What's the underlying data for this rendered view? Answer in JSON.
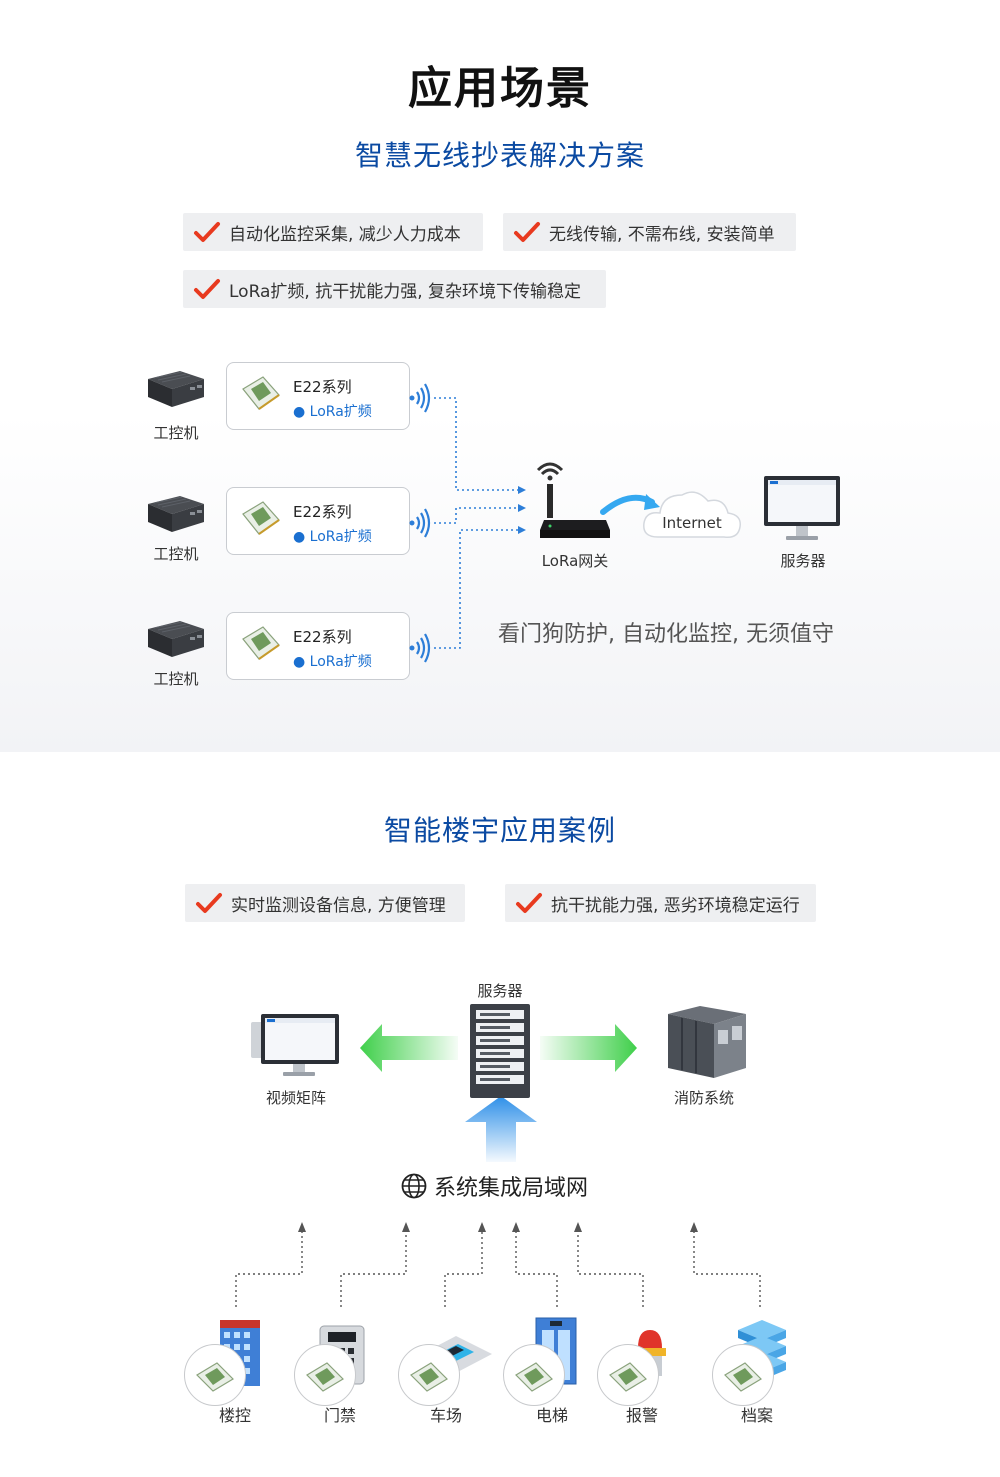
{
  "page": {
    "title": "应用场景"
  },
  "section1": {
    "subtitle": "智慧无线抄表解决方案",
    "features": [
      "自动化监控采集, 减少人力成本",
      "无线传输, 不需布线, 安装简单",
      "LoRa扩频, 抗干扰能力强, 复杂环境下传输稳定"
    ],
    "device_label": "工控机",
    "module_name": "E22系列",
    "module_tag": "LoRa扩频",
    "gateway_label": "LoRa网关",
    "cloud_label": "Internet",
    "server_label": "服务器",
    "slogan": "看门狗防护, 自动化监控, 无须值守"
  },
  "section2": {
    "subtitle": "智能楼宇应用案例",
    "features": [
      "实时监测设备信息, 方便管理",
      "抗干扰能力强, 恶劣环境稳定运行"
    ],
    "server_label": "服务器",
    "left_label": "视频矩阵",
    "right_label": "消防系统",
    "lan_label": "系统集成局域网",
    "nodes": [
      "楼控",
      "门禁",
      "车场",
      "电梯",
      "报警",
      "档案"
    ]
  },
  "colors": {
    "accent": "#0b4aa2",
    "check": "#e83a1f",
    "link": "#1a6fd0",
    "arrow_green": "#3fcf4a",
    "arrow_blue": "#2d8fe8"
  }
}
